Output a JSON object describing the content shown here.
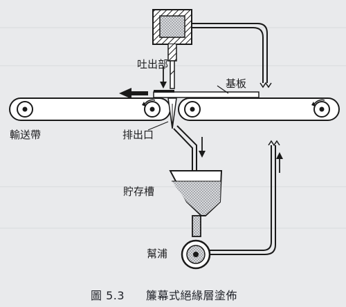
{
  "labels": {
    "nozzle": "吐出部",
    "substrate": "基板",
    "conveyor": "輸送帶",
    "outlet": "排出口",
    "tank": "貯存槽",
    "pump": "幫浦"
  },
  "caption": {
    "figure_no": "圖 5.3",
    "title": "簾幕式絕緣層塗佈"
  },
  "colors": {
    "ink": "#1a1a1a",
    "page": "#e9eaec",
    "liquid": "#cfd2d6"
  }
}
